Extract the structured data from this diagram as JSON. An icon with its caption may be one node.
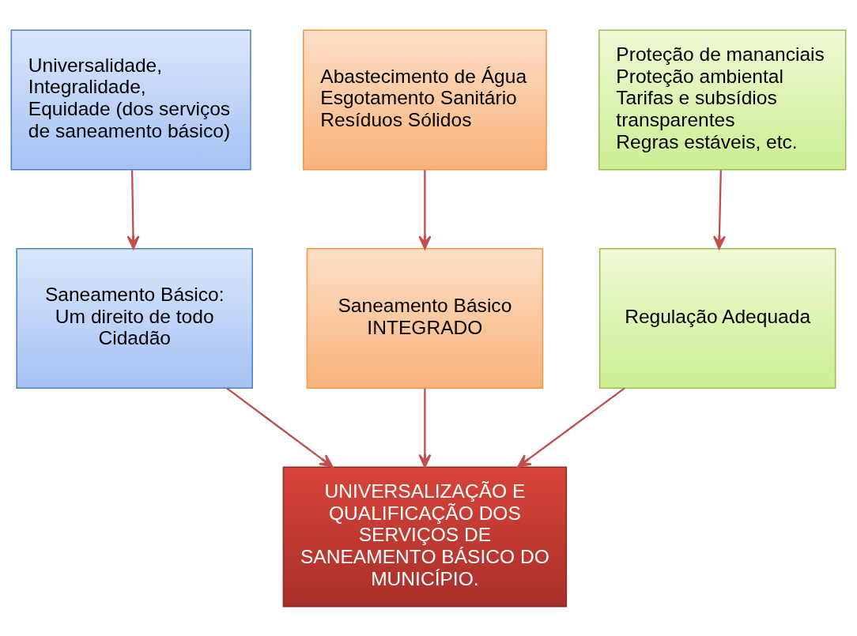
{
  "diagram": {
    "nodes": [
      {
        "text": [
          "Universalidade, Integralidade, Equidade (dos serviços de saneamento básico)"
        ]
      },
      {
        "text": [
          "Abastecimento de Água",
          "Esgotamento Sanitário",
          "Resíduos Sólidos"
        ]
      },
      {
        "text": [
          "Proteção de mananciais",
          "Proteção ambiental",
          "Tarifas e subsídios transparentes",
          "Regras estáveis, etc."
        ]
      },
      {
        "text": [
          "Saneamento Básico: Um direito de todo Cidadão"
        ]
      },
      {
        "text": [
          "Saneamento Básico INTEGRADO"
        ]
      },
      {
        "text": [
          "Regulação Adequada"
        ]
      },
      {
        "text": [
          "UNIVERSALIZAÇÃO E QUALIFICAÇÃO DOS SERVIÇOS DE SANEAMENTO BÁSICO DO MUNICÍPIO."
        ]
      }
    ],
    "edges": [
      {
        "from": 0,
        "to": 3,
        "arrow": "to"
      },
      {
        "from": 1,
        "to": 4,
        "arrow": "to"
      },
      {
        "from": 2,
        "to": 5,
        "arrow": "to"
      },
      {
        "from": 3,
        "to": 6,
        "arrow": "to"
      },
      {
        "from": 4,
        "to": 6,
        "arrow": "to"
      },
      {
        "from": 5,
        "to": 6,
        "arrow": "to"
      }
    ]
  }
}
